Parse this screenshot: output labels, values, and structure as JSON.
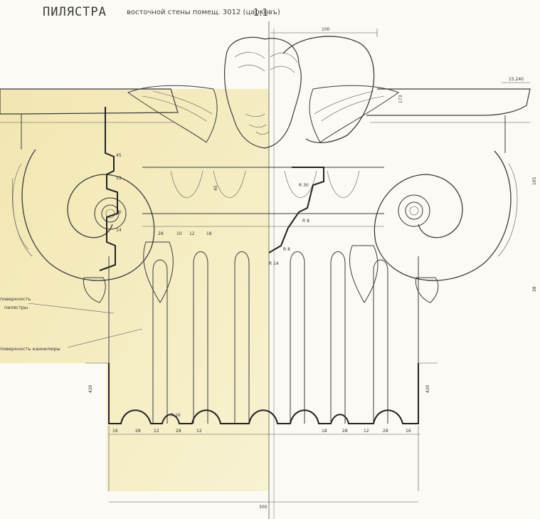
{
  "title": {
    "main": "ПИЛЯСТРА",
    "sub": "восточной стены помещ. 3012 (царковъ)",
    "scale": "1:1"
  },
  "notes": {
    "surface_pilaster_1": "поверхность",
    "surface_pilaster_2": "пилястры",
    "surface_wall": "поверхность каннелюры"
  },
  "dimensions": {
    "top_width": "100",
    "height_level": "15.240",
    "right_side": "165",
    "right_side_lower": "38",
    "abacus_right": "173",
    "volute_r": "R 30",
    "echinus_r": "R 8",
    "flute_r1": "R 8",
    "flute_r2": "R 14",
    "base_left": "420",
    "base_right": "420",
    "fillet_r": "R 16",
    "bottom_width": "300",
    "left_seq": [
      "28",
      "10",
      "12",
      "18",
      "45"
    ],
    "left_vert": [
      "45",
      "13",
      "10",
      "14"
    ],
    "bottom_left_seq": [
      "16",
      "28",
      "12",
      "28",
      "12"
    ],
    "bottom_right_seq": [
      "18",
      "28",
      "12",
      "28",
      "16"
    ]
  },
  "colors": {
    "wash": "#f1e7a6",
    "line": "#3b3b3b",
    "paper": "#fbfaf4"
  }
}
